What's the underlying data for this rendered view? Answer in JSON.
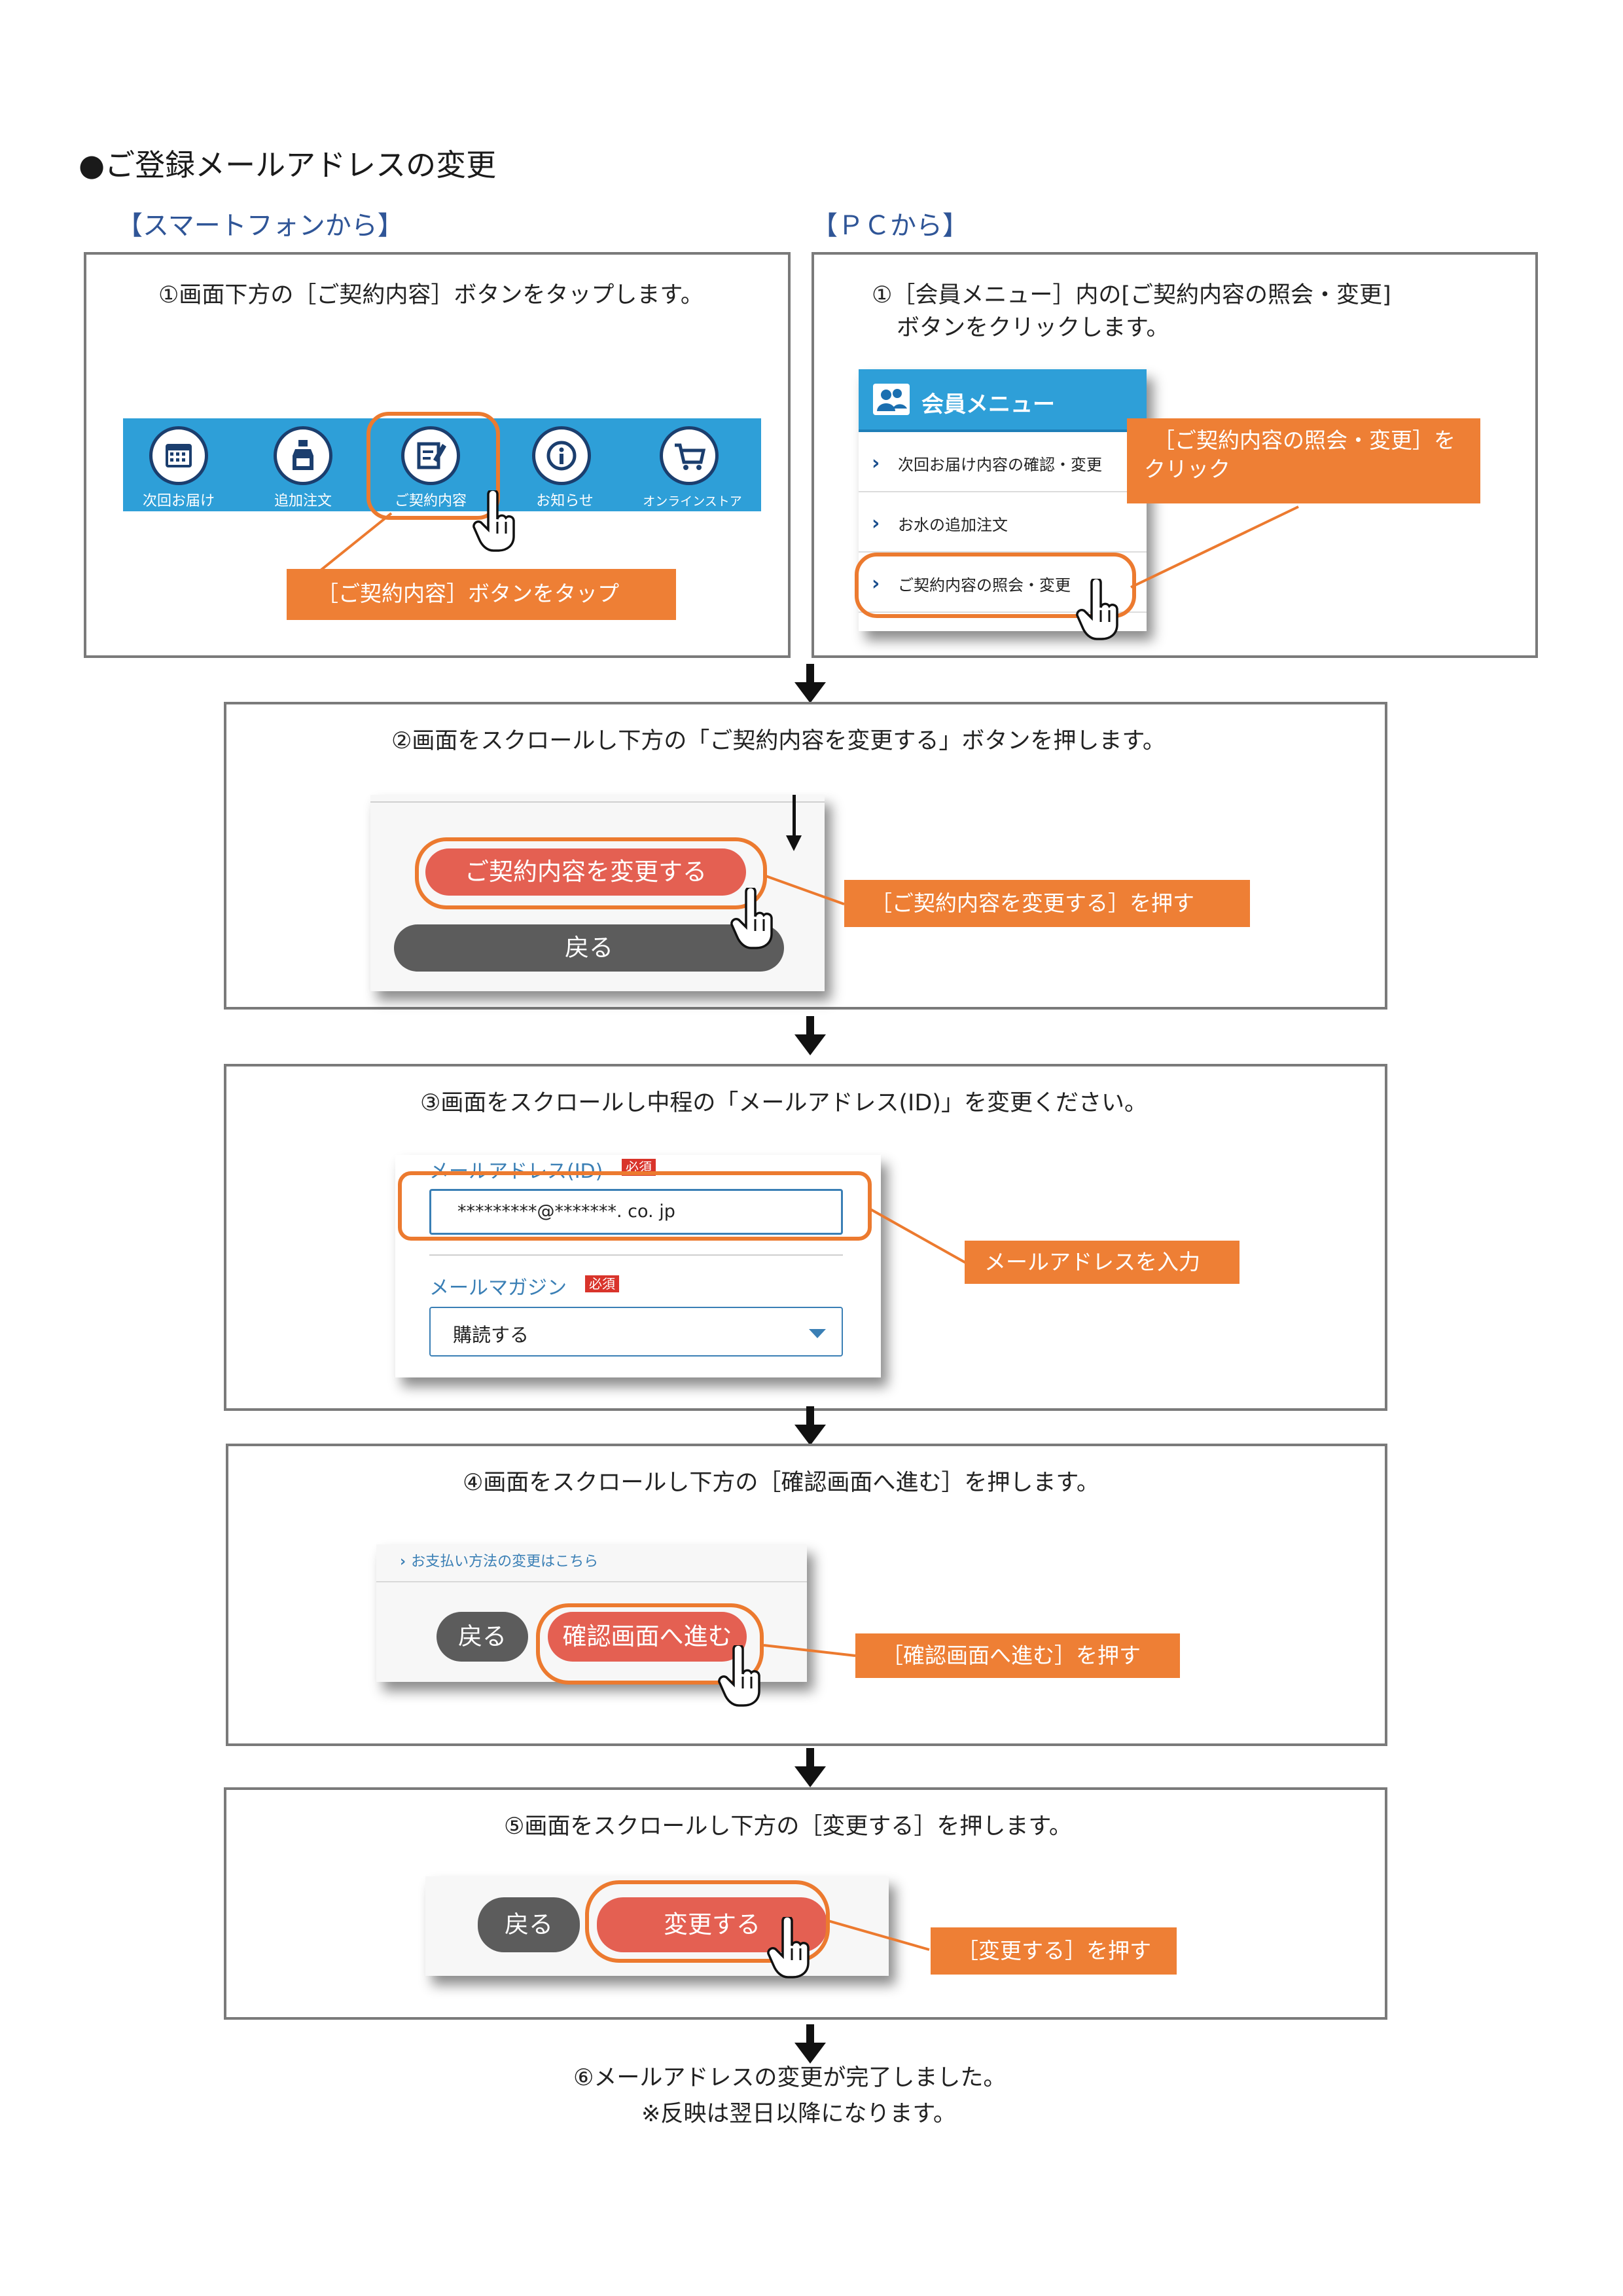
{
  "heading": "●ご登録メールアドレスの変更",
  "section_sp": "【スマートフォンから】",
  "section_pc": "【ＰＣから】",
  "step1_sp": {
    "instruction": "①画面下方の［ご契約内容］ボタンをタップします。",
    "toolbar": [
      "次回お届け",
      "追加注文",
      "ご契約内容",
      "お知らせ",
      "オンラインストア"
    ],
    "callout": "［ご契約内容］ボタンをタップ"
  },
  "step1_pc": {
    "instruction_line1": "①［会員メニュー］内の[ご契約内容の照会・変更]",
    "instruction_line2": "ボタンをクリックします。",
    "menu_title": "会員メニュー",
    "menu_items": [
      "次回お届け内容の確認・変更",
      "お水の追加注文",
      "ご契約内容の照会・変更"
    ],
    "callout_line1": "［ご契約内容の照会・変更］を",
    "callout_line2": "クリック"
  },
  "step2": {
    "instruction": "②画面をスクロールし下方の「ご契約内容を変更する」ボタンを押します。",
    "primary_button": "ご契約内容を変更する",
    "back_button": "戻る",
    "callout": "［ご契約内容を変更する］を押す"
  },
  "step3": {
    "instruction": "③画面をスクロールし中程の「メールアドレス(ID)」を変更ください。",
    "email_label": "メールアドレス(ID)",
    "required": "必須",
    "email_value": "*********@*******. co. jp",
    "magazine_label": "メールマガジン",
    "magazine_value": "購読する",
    "callout": "メールアドレスを入力"
  },
  "step4": {
    "instruction": "④画面をスクロールし下方の［確認画面へ進む］を押します。",
    "link": "お支払い方法の変更はこちら",
    "back_button": "戻る",
    "confirm_button": "確認画面へ進む",
    "callout": "［確認画面へ進む］を押す"
  },
  "step5": {
    "instruction": "⑤画面をスクロールし下方の［変更する］を押します。",
    "back_button": "戻る",
    "change_button": "変更する",
    "callout": "［変更する］を押す"
  },
  "step6": {
    "line1": "⑥メールアドレスの変更が完了しました。",
    "line2": "※反映は翌日以降になります。"
  },
  "colors": {
    "callout": "#ee7f35",
    "section_title": "#2f5597",
    "toolbar": "#2e9fd8",
    "primary_button": "#e46052",
    "back_button": "#5c5c5c"
  }
}
